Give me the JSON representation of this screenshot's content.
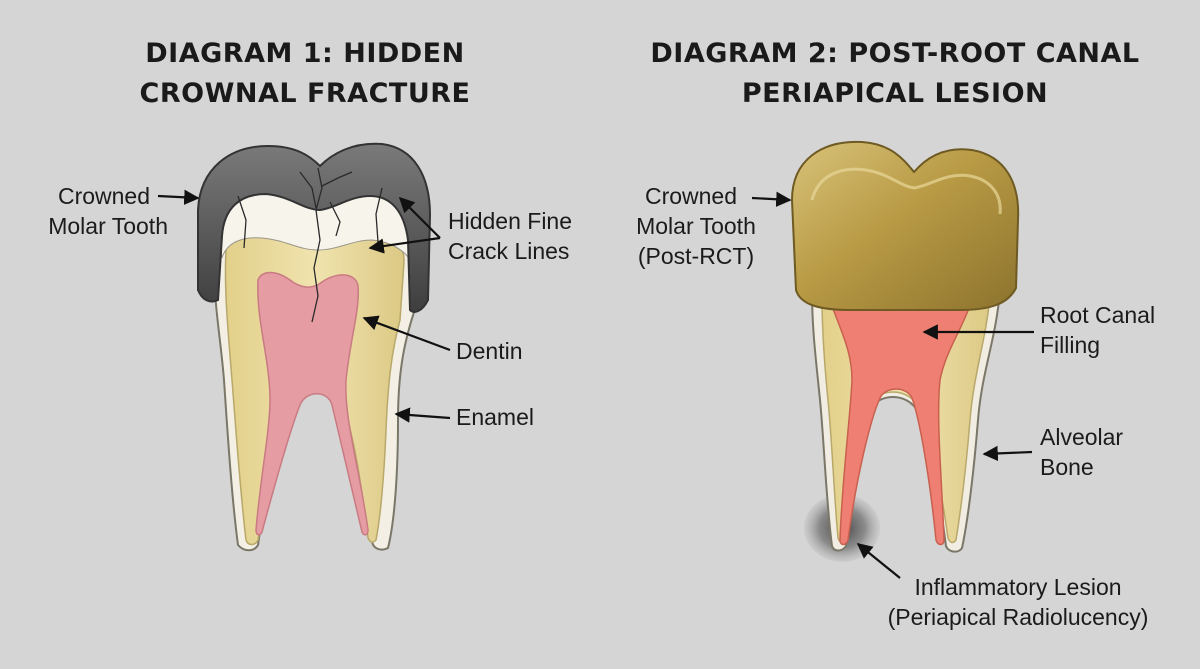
{
  "diagram1": {
    "title_line1": "DIAGRAM 1: HIDDEN",
    "title_line2": "CROWNAL FRACTURE",
    "labels": {
      "crowned_line1": "Crowned",
      "crowned_line2": "Molar Tooth",
      "cracks_line1": "Hidden Fine",
      "cracks_line2": "Crack Lines",
      "dentin": "Dentin",
      "enamel": "Enamel"
    }
  },
  "diagram2": {
    "title_line1": "DIAGRAM 2: POST-ROOT CANAL",
    "title_line2": "PERIAPICAL LESION",
    "labels": {
      "crowned_line1": "Crowned",
      "crowned_line2": "Molar Tooth",
      "crowned_line3": "(Post-RCT)",
      "filling_line1": "Root Canal",
      "filling_line2": "Filling",
      "bone_line1": "Alveolar",
      "bone_line2": "Bone",
      "lesion_line1": "Inflammatory Lesion",
      "lesion_line2": "(Periapical Radiolucency)"
    }
  },
  "colors": {
    "background": "#d5d5d5",
    "crown_dark": "#5a5a5a",
    "enamel_white": "#f2efe6",
    "dentin": "#e9dba0",
    "pulp": "#e59ca3",
    "gold_crown": "#b49846",
    "canal_filling": "#ee7f72",
    "lesion": "#666666"
  }
}
